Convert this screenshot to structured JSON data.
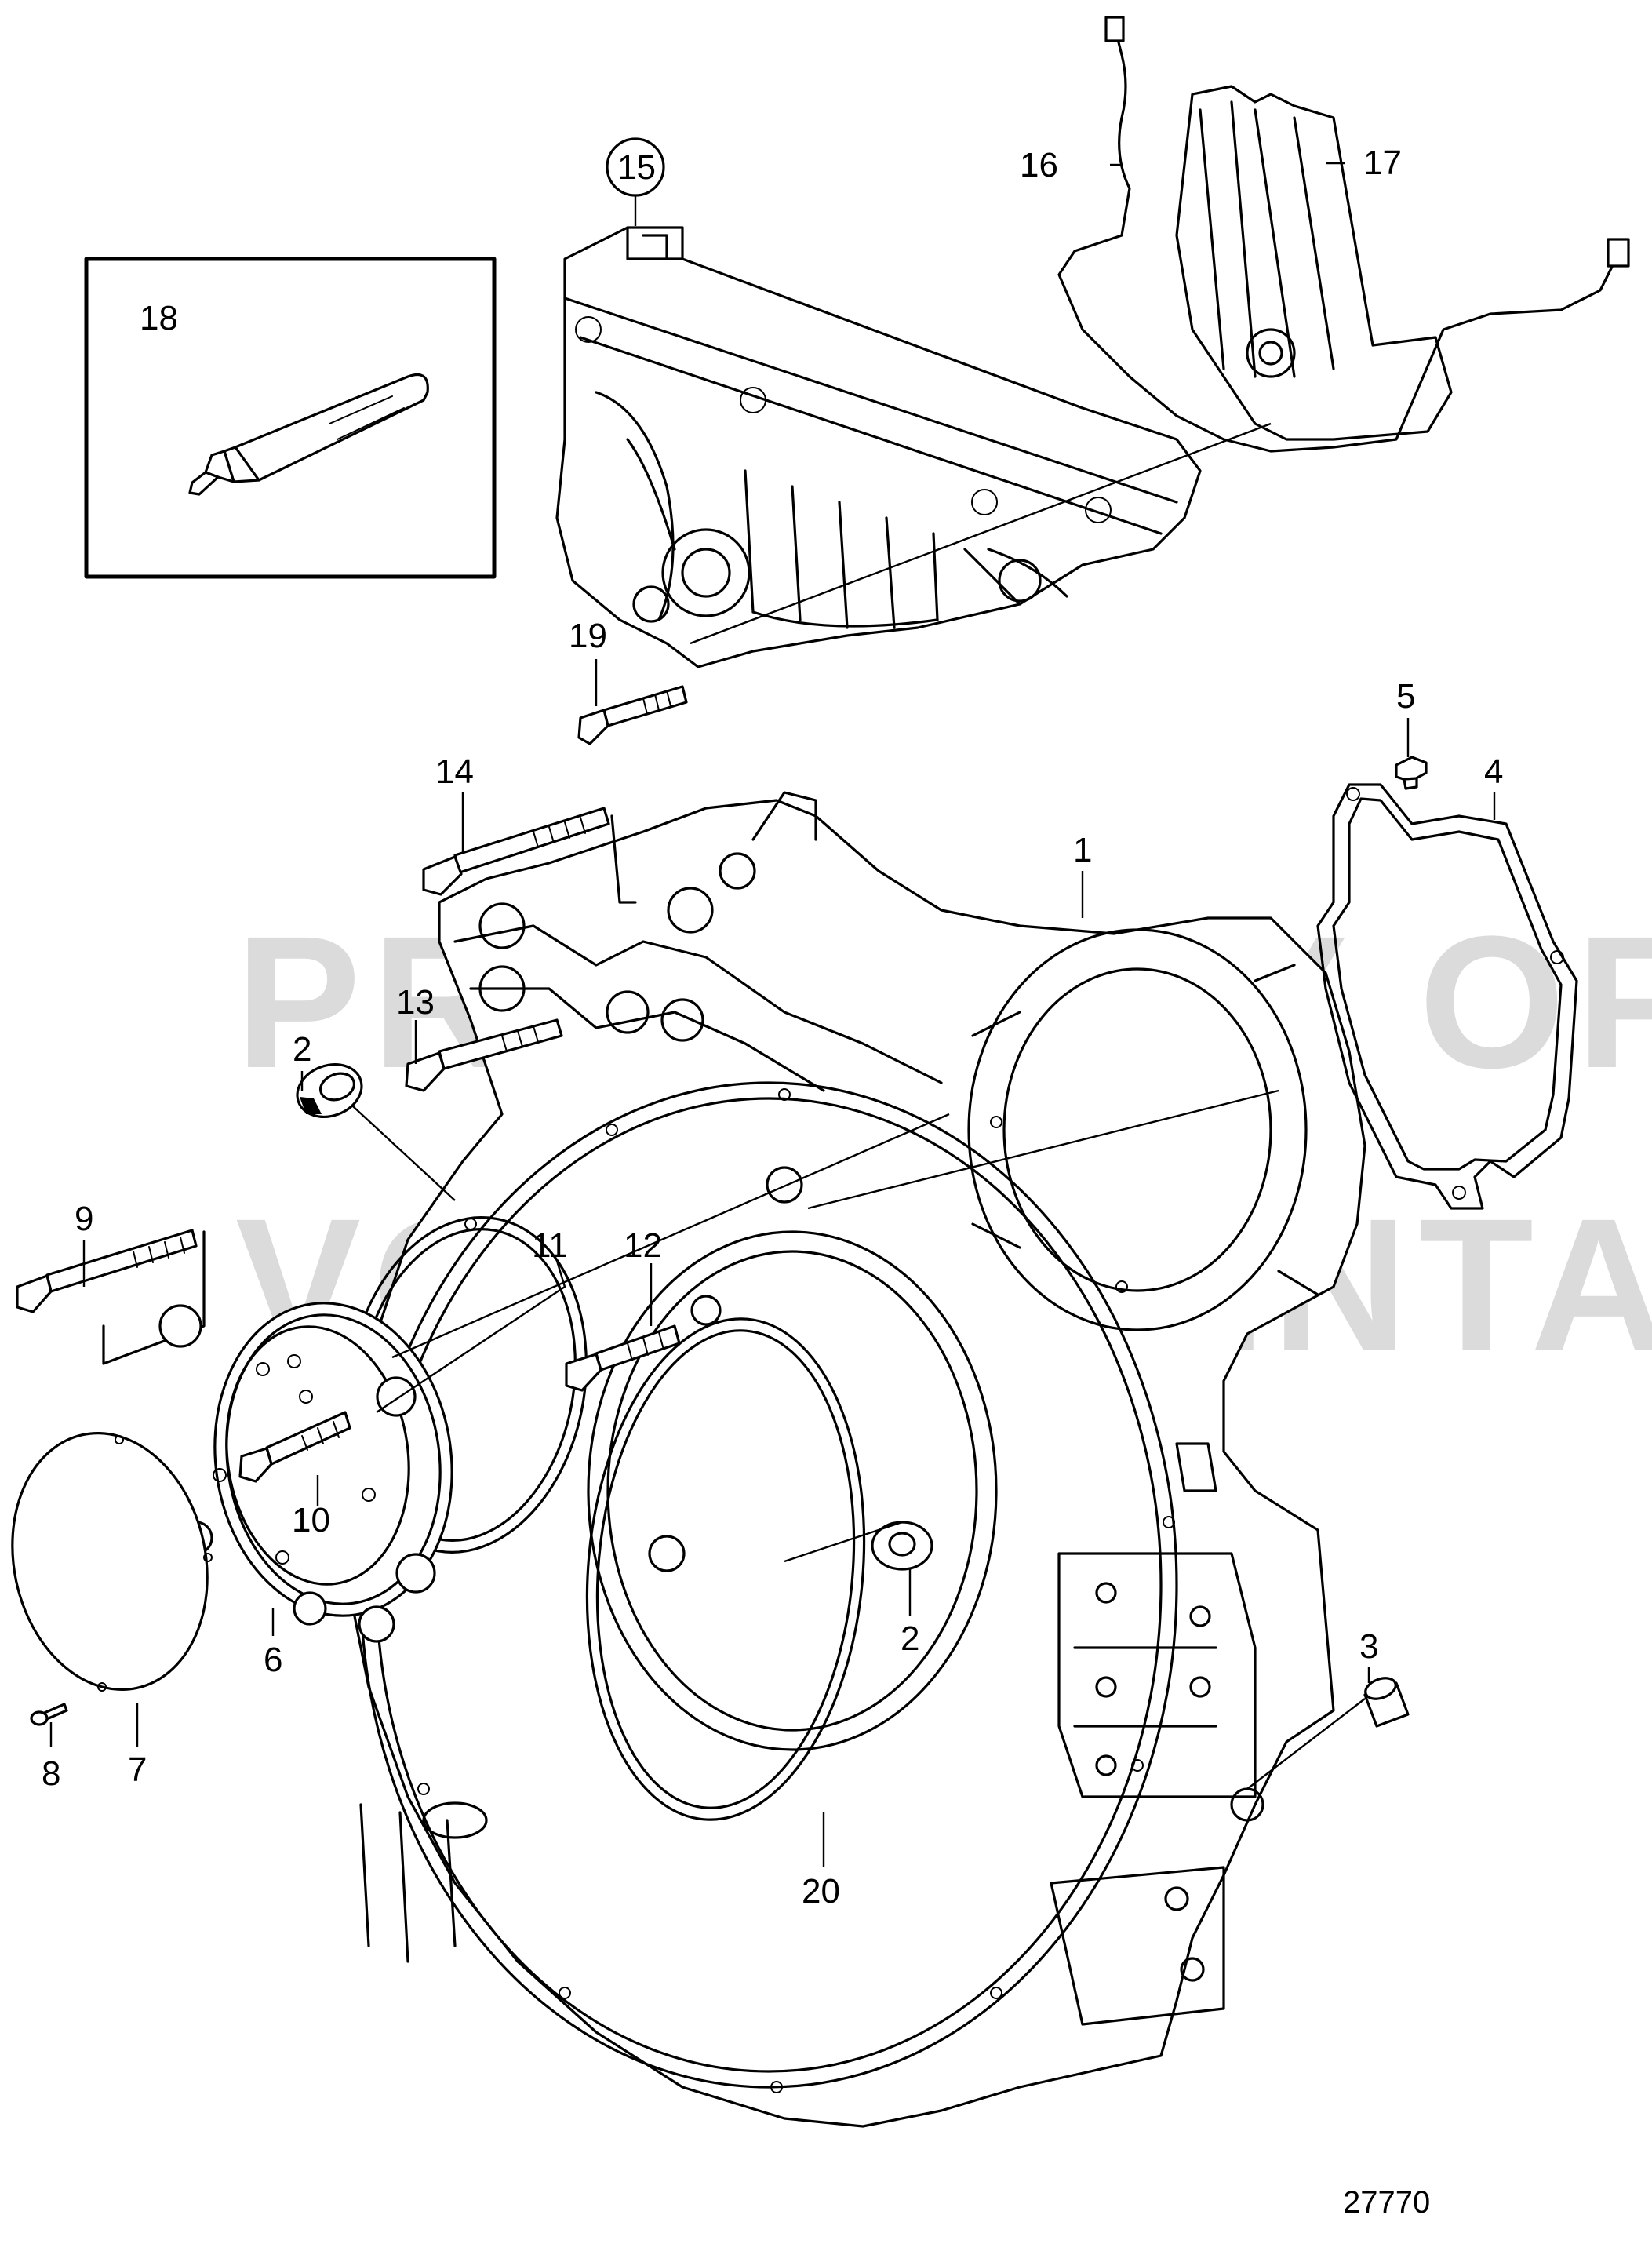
{
  "figure_id": "27770",
  "watermark": {
    "line1": "PROPERTY OF",
    "line2": "VOLVO PENTA"
  },
  "callouts": [
    {
      "id": "c1",
      "label": "1"
    },
    {
      "id": "c2a",
      "label": "2"
    },
    {
      "id": "c2b",
      "label": "2"
    },
    {
      "id": "c3",
      "label": "3"
    },
    {
      "id": "c4",
      "label": "4"
    },
    {
      "id": "c5",
      "label": "5"
    },
    {
      "id": "c6",
      "label": "6"
    },
    {
      "id": "c7",
      "label": "7"
    },
    {
      "id": "c8",
      "label": "8"
    },
    {
      "id": "c9",
      "label": "9"
    },
    {
      "id": "c10",
      "label": "10"
    },
    {
      "id": "c11",
      "label": "11"
    },
    {
      "id": "c12",
      "label": "12"
    },
    {
      "id": "c13",
      "label": "13"
    },
    {
      "id": "c14",
      "label": "14"
    },
    {
      "id": "c15",
      "label": "15"
    },
    {
      "id": "c16",
      "label": "16"
    },
    {
      "id": "c17",
      "label": "17"
    },
    {
      "id": "c18",
      "label": "18"
    },
    {
      "id": "c19",
      "label": "19"
    },
    {
      "id": "c20",
      "label": "20"
    }
  ]
}
